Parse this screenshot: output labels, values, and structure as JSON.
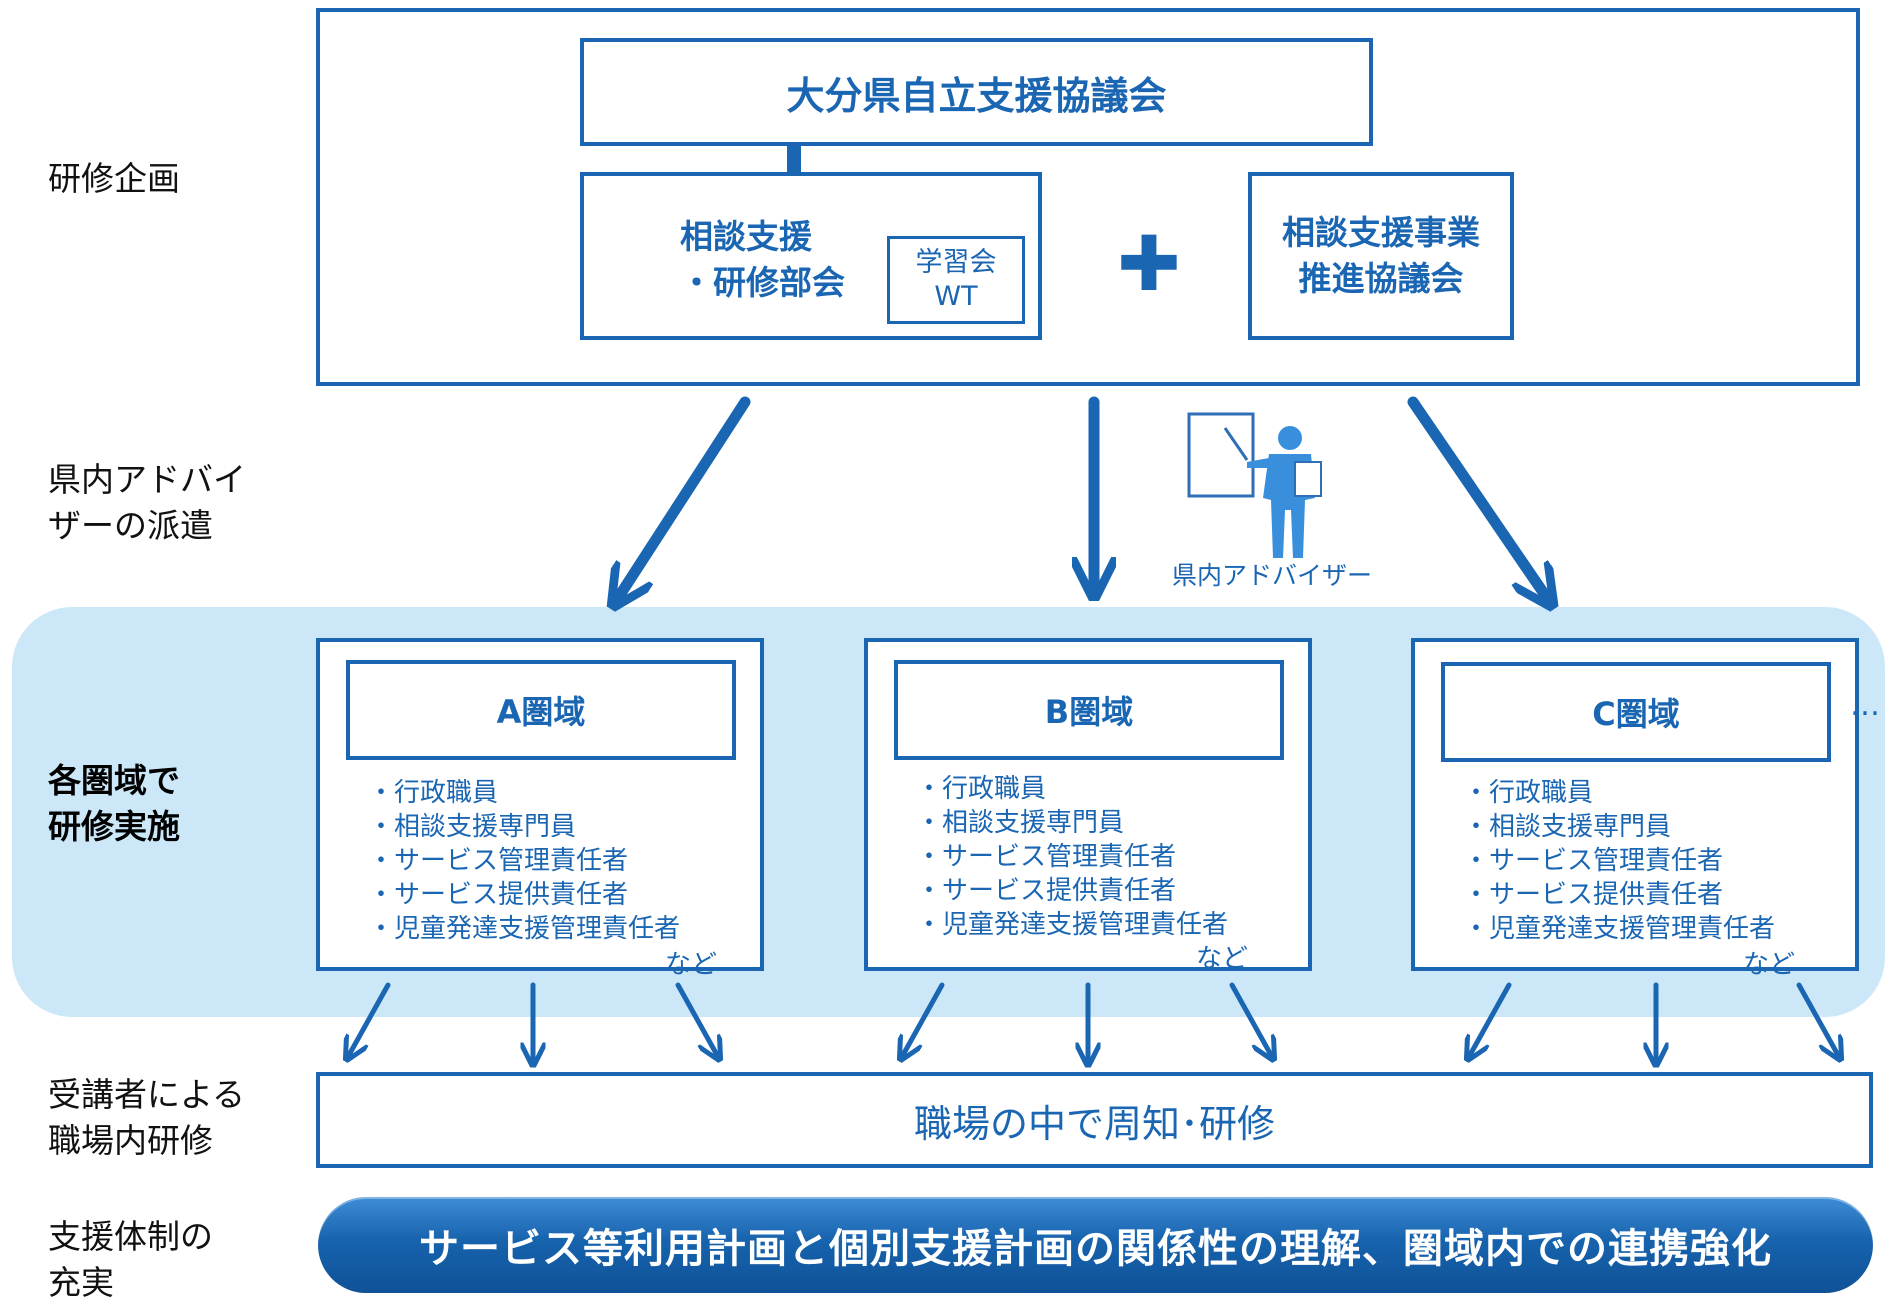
{
  "side_labels": {
    "planning": "研修企画",
    "dispatch_1": "県内アドバイ",
    "dispatch_2": "ザーの派遣",
    "regional_1": "各圏域で",
    "regional_2": "研修実施",
    "inhouse_1": "受講者による",
    "inhouse_2": "職場内研修",
    "support_1": "支援体制の",
    "support_2": "充実"
  },
  "top": {
    "council": "大分県自立支援協議会",
    "subcommittee_1": "相談支援",
    "subcommittee_2": "・研修部会",
    "wt_1": "学習会",
    "wt_2": "WT",
    "plus": "✚",
    "promotion_1": "相談支援事業",
    "promotion_2": "推進協議会"
  },
  "advisor_label": "県内アドバイザー",
  "regions": [
    {
      "name": "A圏域",
      "members": [
        "・行政職員",
        "・相談支援専門員",
        "・サービス管理責任者",
        "・サービス提供責任者",
        "・児童発達支援管理責任者"
      ],
      "etc": "など"
    },
    {
      "name": "B圏域",
      "members": [
        "・行政職員",
        "・相談支援専門員",
        "・サービス管理責任者",
        "・サービス提供責任者",
        "・児童発達支援管理責任者"
      ],
      "etc": "など"
    },
    {
      "name": "C圏域",
      "members": [
        "・行政職員",
        "・相談支援専門員",
        "・サービス管理責任者",
        "・サービス提供責任者",
        "・児童発達支援管理責任者"
      ],
      "etc": "など"
    }
  ],
  "ellipsis": "…",
  "workplace_training": "職場の中で周知･研修",
  "goal_banner": "サービス等利用計画と個別支援計画の関係性の理解、圏域内での連携強化",
  "colors": {
    "primary": "#1a66b3",
    "region_bg": "#cce8f8",
    "banner": "#1763ad"
  }
}
